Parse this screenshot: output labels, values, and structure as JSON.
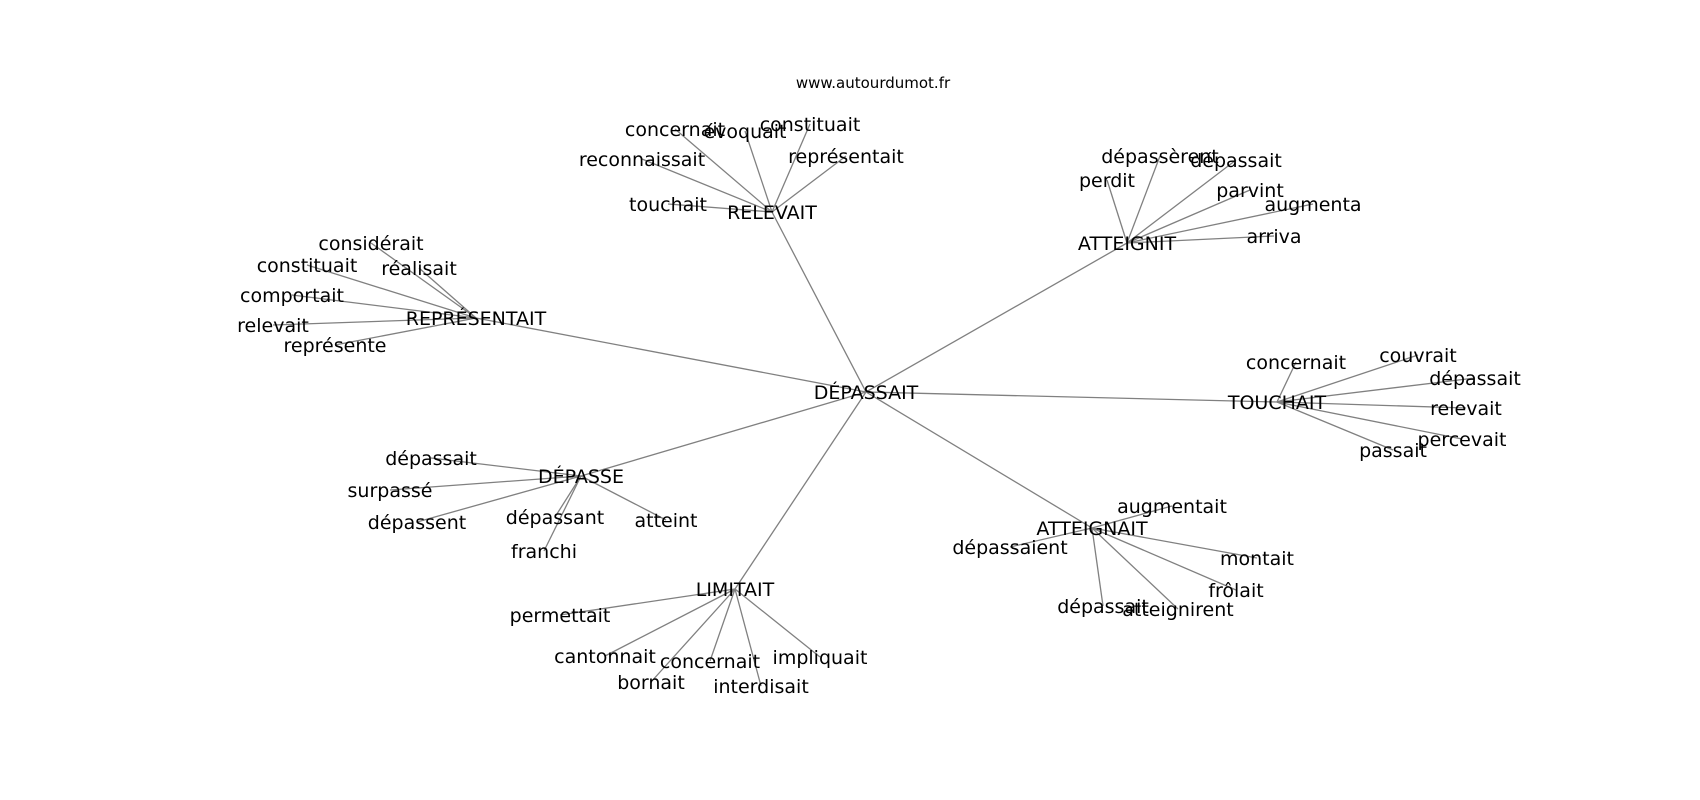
{
  "header": {
    "site": "www.autourdumot.fr"
  },
  "center": {
    "label": "DÉPASSAIT"
  },
  "clusters": [
    {
      "id": "relevait",
      "label": "RELEVAIT",
      "children": [
        "concernait",
        "évoquait",
        "constituait",
        "reconnaissait",
        "représentait",
        "touchait"
      ]
    },
    {
      "id": "atteignit",
      "label": "ATTEIGNIT",
      "children": [
        "dépassèrent",
        "dépassait",
        "perdit",
        "parvint",
        "augmenta",
        "arriva"
      ]
    },
    {
      "id": "representait",
      "label": "REPRÉSENTAIT",
      "children": [
        "considérait",
        "constituait",
        "réalisait",
        "comportait",
        "relevait",
        "représente"
      ]
    },
    {
      "id": "touchait",
      "label": "TOUCHAIT",
      "children": [
        "concernait",
        "couvrait",
        "dépassait",
        "relevait",
        "percevait",
        "passait"
      ]
    },
    {
      "id": "depasse",
      "label": "DÉPASSE",
      "children": [
        "dépassait",
        "surpassé",
        "dépassent",
        "dépassant",
        "atteint",
        "franchi"
      ]
    },
    {
      "id": "atteignait",
      "label": "ATTEIGNAIT",
      "children": [
        "augmentait",
        "dépassaient",
        "montait",
        "frôlait",
        "dépassait",
        "atteignirent"
      ]
    },
    {
      "id": "limitait",
      "label": "LIMITAIT",
      "children": [
        "permettait",
        "cantonnait",
        "concernait",
        "impliquait",
        "bornait",
        "interdisait"
      ]
    }
  ]
}
